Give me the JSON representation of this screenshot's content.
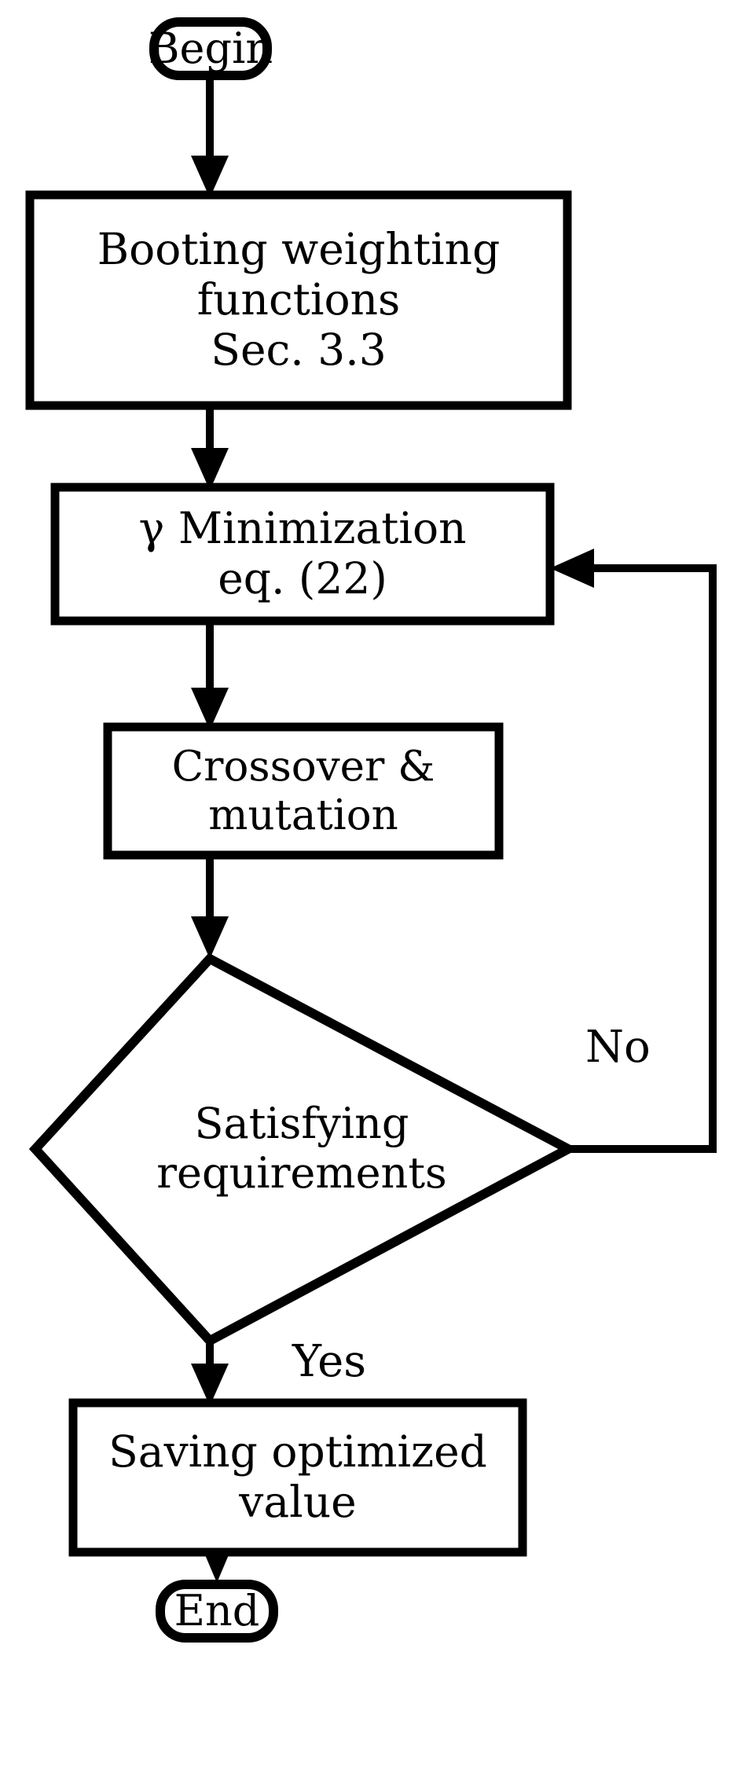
{
  "diagram": {
    "title": "Optimization algorithm flowchart",
    "type": "flowchart",
    "stroke_color": "#000000",
    "fill_color": "#ffffff",
    "background_color": "#ffffff",
    "nodes": {
      "begin": {
        "shape": "terminator",
        "label": "Begin"
      },
      "booting": {
        "shape": "process",
        "line1": "Booting weighting",
        "line2": "functions",
        "line3": "Sec. 3.3"
      },
      "minimization": {
        "shape": "process",
        "line1": "γ Minimization",
        "line2": "eq. (22)"
      },
      "crossover": {
        "shape": "process",
        "line1": "Crossover &",
        "line2": "mutation"
      },
      "decision": {
        "shape": "decision",
        "line1": "Satisfying",
        "line2": "requirements"
      },
      "saving": {
        "shape": "process",
        "line1": "Saving optimized",
        "line2": "value"
      },
      "end": {
        "shape": "terminator",
        "label": "End"
      }
    },
    "edge_labels": {
      "no": "No",
      "yes": "Yes"
    },
    "edges": [
      {
        "from": "begin",
        "to": "booting",
        "label": ""
      },
      {
        "from": "booting",
        "to": "minimization",
        "label": ""
      },
      {
        "from": "minimization",
        "to": "crossover",
        "label": ""
      },
      {
        "from": "crossover",
        "to": "decision",
        "label": ""
      },
      {
        "from": "decision",
        "to": "minimization",
        "label": "No"
      },
      {
        "from": "decision",
        "to": "saving",
        "label": "Yes"
      },
      {
        "from": "saving",
        "to": "end",
        "label": ""
      }
    ]
  }
}
